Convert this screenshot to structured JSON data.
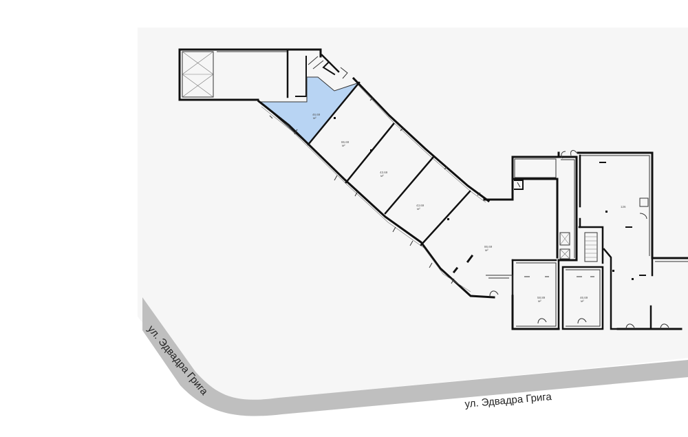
{
  "colors": {
    "background": "#ffffff",
    "site": "#f6f6f6",
    "road": "#bfbfbf",
    "selected_unit": "#b8d4f3",
    "walls": "#111111"
  },
  "streets": [
    {
      "name": "ул. Эдвадра Грига",
      "orientation": "diagonal"
    },
    {
      "name": "ул. Эдвадра Грига",
      "orientation": "horizontal"
    }
  ],
  "selected_unit": "unit-1",
  "units": [
    {
      "id": "unit-1",
      "area": "46.69",
      "selected": true
    },
    {
      "id": "unit-2",
      "area": "86.69",
      "selected": false
    },
    {
      "id": "unit-3",
      "area": "43.69",
      "selected": false
    },
    {
      "id": "unit-4",
      "area": "43.69",
      "selected": false
    },
    {
      "id": "unit-5",
      "area": "86.69",
      "selected": false
    },
    {
      "id": "unit-6",
      "area": "58.89",
      "selected": false
    },
    {
      "id": "unit-7",
      "area": "46.69",
      "selected": false
    },
    {
      "id": "unit-8",
      "area": "126",
      "selected": false
    }
  ]
}
